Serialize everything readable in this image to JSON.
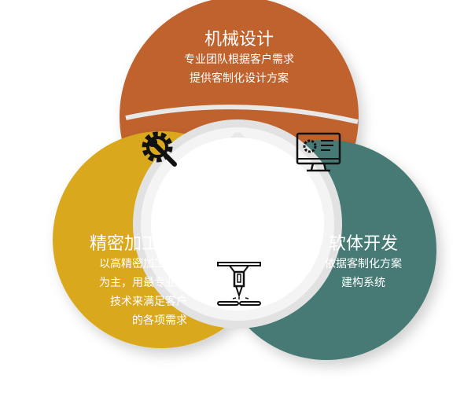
{
  "colors": {
    "mechanical": "#C0622F",
    "precision": "#D9A81B",
    "software": "#467A74"
  },
  "sections": {
    "mechanical": {
      "title": "机械设计",
      "lines": [
        "专业团队根据客户需求",
        "提供客制化设计方案"
      ],
      "icon": "gear-wrench-icon"
    },
    "precision": {
      "title": "精密加工",
      "lines": [
        "以高精密加工机台",
        "为主，用最专业的",
        "技术来满足客户",
        "的各项需求"
      ],
      "icon": "laser-cutter-icon"
    },
    "software": {
      "title": "软体开发",
      "lines": [
        "依据客制化方案",
        "建构系统"
      ],
      "icon": "computer-settings-icon"
    }
  }
}
